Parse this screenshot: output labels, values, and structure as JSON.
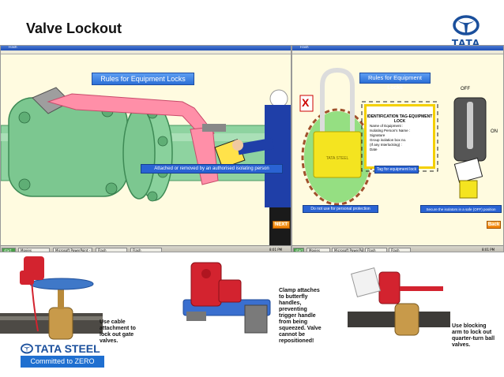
{
  "slide": {
    "title": "Valve Lockout"
  },
  "brand": {
    "logo_word": "TATA",
    "steel_word": "TATA STEEL",
    "tagline": "Committed to ZERO",
    "color": "#1a4f9c"
  },
  "left_window": {
    "titlebar": "Flash",
    "menu": [
      "File",
      "View",
      "Control",
      "Help"
    ],
    "banner": "Rules for Equipment Locks",
    "caption": "Attached or removed by an authorised isolating person",
    "next_label": "NEXT",
    "taskbar": {
      "start": "start",
      "items": [
        "Movies",
        "Microsoft PowerPoint - [...",
        "Flash",
        "Flash"
      ],
      "clock": "8:01 PM"
    }
  },
  "right_window": {
    "titlebar": "Flash",
    "menu": [
      "File",
      "View",
      "Control",
      "Help"
    ],
    "banner": "Rules for Equipment Locks",
    "lock_text": "TATA STEEL",
    "x_mark": "X",
    "caption_no_personal": "Do not use for personal protection",
    "tag": {
      "title": "IDENTIFICATION TAG-EQUIPMENT LOCK",
      "fields": [
        "Name of Equipment :",
        "Isolating Person's Name :",
        "Signature",
        "Group isolation box no.",
        "(If any Interlocking) :",
        "Date"
      ]
    },
    "caption_tag": "Tag for equipment lock",
    "off_label": "OFF",
    "on_label": "ON",
    "caption_secure": "Secure the isolators in a safe (OFF) position",
    "back_label": "Back",
    "taskbar": {
      "start": "start",
      "items": [
        "Movies",
        "Microsoft PowerPoint - [...",
        "Flash",
        "Flash"
      ],
      "clock": "8:01 PM"
    }
  },
  "photos": {
    "gate_valve_caption": "Use cable attachment to lock out gate valves.",
    "butterfly_caption": "Clamp attaches to butterfly handles, preventing trigger handle from being squeezed. Valve cannot be repositioned!",
    "ball_valve_caption": "Use blocking arm to lock out quarter-turn ball valves."
  }
}
